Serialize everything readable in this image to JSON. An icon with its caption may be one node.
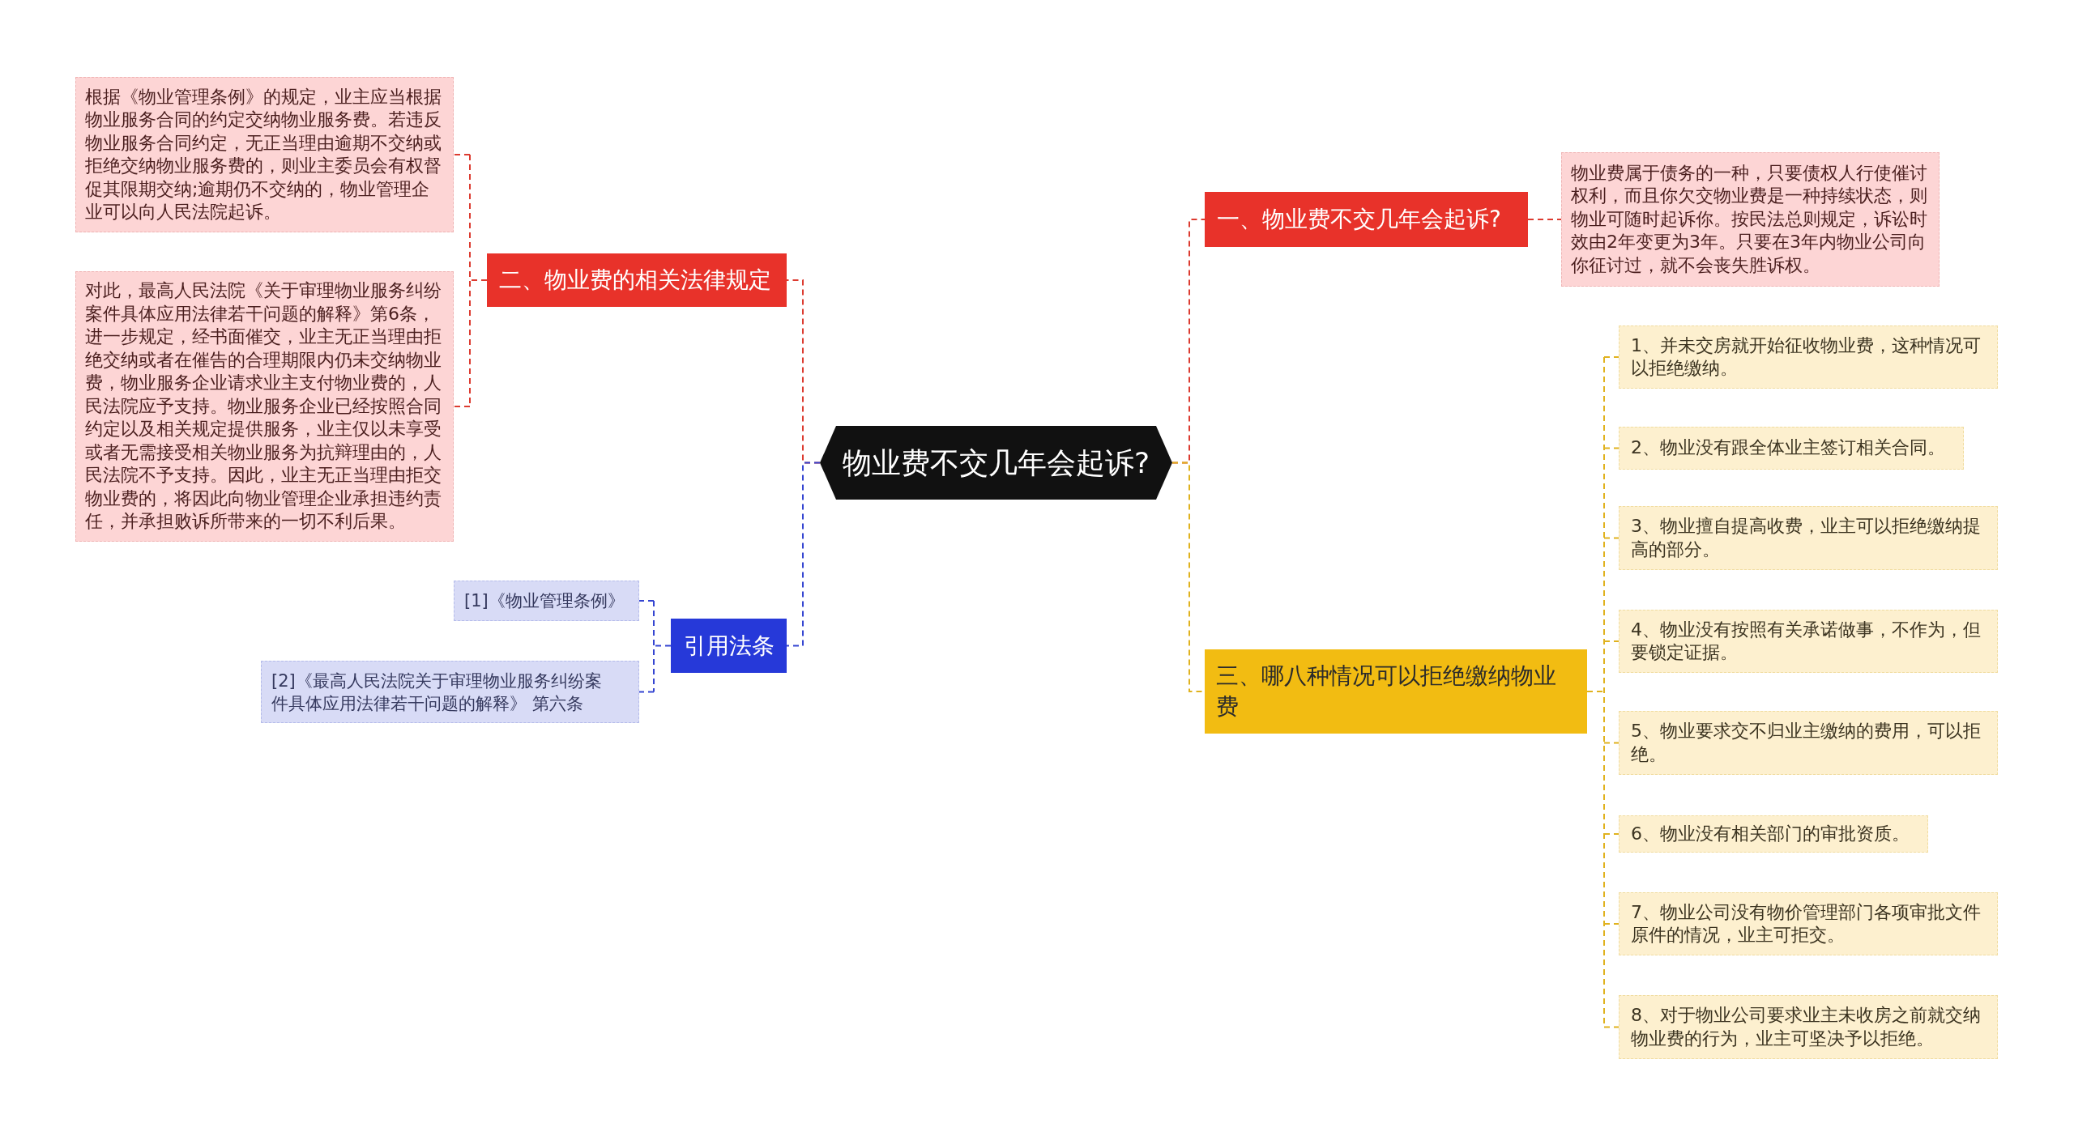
{
  "diagram": {
    "nodes": [
      {
        "text": [
          "物业费不交几年会起诉?"
        ]
      },
      {
        "text": [
          "二、物业费的相关法律规定"
        ]
      },
      {
        "text": [
          "根据《物业管理条例》的规定，业主应当根据物业服务合同的约定交纳物业服务费。若违反物业服务合同约定，无正当理由逾期不交纳或拒绝交纳物业服务费的，则业主委员会有权督促其限期交纳;逾期仍不交纳的，物业管理企业可以向人民法院起诉。"
        ]
      },
      {
        "text": [
          "对此，最高人民法院《关于审理物业服务纠纷案件具体应用法律若干问题的解释》第6条，进一步规定，经书面催交，业主无正当理由拒绝交纳或者在催告的合理期限内仍未交纳物业费，物业服务企业请求业主支付物业费的，人民法院应予支持。物业服务企业已经按照合同约定以及相关规定提供服务，业主仅以未享受或者无需接受相关物业服务为抗辩理由的，人民法院不予支持。因此，业主无正当理由拒交物业费的，将因此向物业管理企业承担违约责任，并承担败诉所带来的一切不利后果。"
        ]
      },
      {
        "text": [
          "引用法条"
        ]
      },
      {
        "text": [
          "[1]《物业管理条例》"
        ]
      },
      {
        "text": [
          "[2]《最高人民法院关于审理物业服务纠纷案件具体应用法律若干问题的解释》 第六条"
        ]
      },
      {
        "text": [
          "一、物业费不交几年会起诉?"
        ]
      },
      {
        "text": [
          "物业费属于债务的一种，只要债权人行使催讨权利，而且你欠交物业费是一种持续状态，则物业可随时起诉你。按民法总则规定，诉讼时效由2年变更为3年。只要在3年内物业公司向你征讨过，就不会丧失胜诉权。"
        ]
      },
      {
        "text": [
          "三、哪八种情况可以拒绝缴纳物业费"
        ]
      },
      {
        "text": [
          "1、并未交房就开始征收物业费，这种情况可以拒绝缴纳。"
        ]
      },
      {
        "text": [
          "2、物业没有跟全体业主签订相关合同。"
        ]
      },
      {
        "text": [
          "3、物业擅自提高收费，业主可以拒绝缴纳提高的部分。"
        ]
      },
      {
        "text": [
          "4、物业没有按照有关承诺做事，不作为，但要锁定证据。"
        ]
      },
      {
        "text": [
          "5、物业要求交不归业主缴纳的费用，可以拒绝。"
        ]
      },
      {
        "text": [
          "6、物业没有相关部门的审批资质。"
        ]
      },
      {
        "text": [
          "7、物业公司没有物价管理部门各项审批文件原件的情况，业主可拒交。"
        ]
      },
      {
        "text": [
          "8、对于物业公司要求业主未收房之前就交纳物业费的行为，业主可坚决予以拒绝。"
        ]
      }
    ],
    "edges": [
      {
        "from": 0,
        "to": 1,
        "arrow": "none",
        "style": "dashed",
        "color": "#dc3b30"
      },
      {
        "from": 1,
        "to": 2,
        "arrow": "none",
        "style": "dashed",
        "color": "#dc3b30"
      },
      {
        "from": 1,
        "to": 3,
        "arrow": "none",
        "style": "dashed",
        "color": "#dc3b30"
      },
      {
        "from": 0,
        "to": 4,
        "arrow": "none",
        "style": "dashed",
        "color": "#3545d1"
      },
      {
        "from": 4,
        "to": 5,
        "arrow": "none",
        "style": "dashed",
        "color": "#3545d1"
      },
      {
        "from": 4,
        "to": 6,
        "arrow": "none",
        "style": "dashed",
        "color": "#3545d1"
      },
      {
        "from": 0,
        "to": 7,
        "arrow": "none",
        "style": "dashed",
        "color": "#dc3b30"
      },
      {
        "from": 7,
        "to": 8,
        "arrow": "none",
        "style": "dashed",
        "color": "#dc3b30"
      },
      {
        "from": 0,
        "to": 9,
        "arrow": "none",
        "style": "dashed"
      },
      {
        "from": 9,
        "to": 10,
        "arrow": "none",
        "style": "dashed"
      },
      {
        "from": 9,
        "to": 11,
        "arrow": "none",
        "style": "dashed"
      },
      {
        "from": 9,
        "to": 12,
        "arrow": "none",
        "style": "dashed"
      },
      {
        "from": 9,
        "to": 13,
        "arrow": "none",
        "style": "dashed"
      },
      {
        "from": 9,
        "to": 14,
        "arrow": "none",
        "style": "dashed"
      },
      {
        "from": 9,
        "to": 15,
        "arrow": "none",
        "style": "dashed"
      },
      {
        "from": 9,
        "to": 16,
        "arrow": "none",
        "style": "dashed"
      },
      {
        "from": 9,
        "to": 17,
        "arrow": "none",
        "style": "dashed"
      }
    ]
  }
}
